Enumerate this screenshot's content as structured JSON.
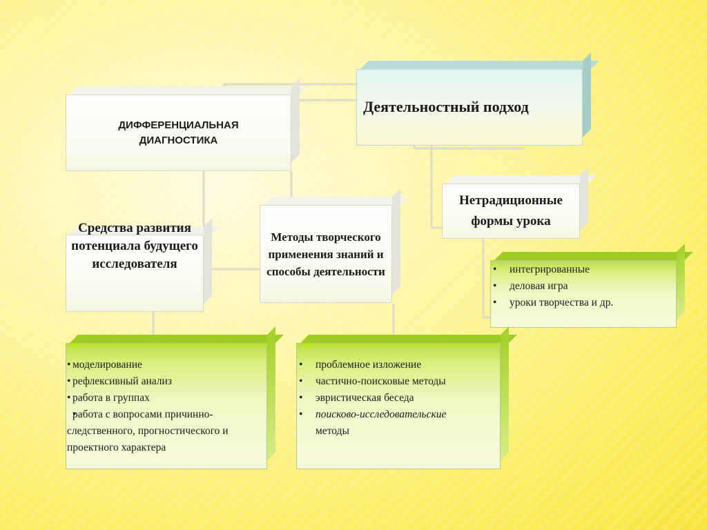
{
  "nodes": {
    "diagnostics": {
      "label": "ДИФФЕРЕНЦИАЛЬНАЯ ДИАГНОСТИКА"
    },
    "activity_approach": {
      "label": "Деятельностный подход"
    },
    "nontraditional_forms": {
      "label": "Нетрадиционные формы урока"
    },
    "creative_methods": {
      "label": "Методы творческого применения знаний и способы деятельности"
    },
    "development_tools": {
      "label": "Средства развития потенциала будущего исследователя"
    }
  },
  "lists": {
    "lesson_forms": [
      "интегрированные",
      "деловая игра",
      "уроки творчества и др."
    ],
    "development_items": [
      "моделирование",
      "рефлексивный анализ",
      "работа в группах",
      "работа с вопросами  причинно-следственного, прогностического и проектного характера"
    ],
    "method_items": [
      {
        "text": "проблемное изложение",
        "italic": false
      },
      {
        "text": "частично-поисковые методы",
        "italic": false
      },
      {
        "text": " эвристическая беседа",
        "italic": false
      },
      {
        "text": " поисково-исследовательские",
        "italic": true,
        "suffix": "методы"
      }
    ]
  },
  "colors": {
    "background": "#fdef6a",
    "green_box": "#b8df3c",
    "teal_box": "#e2f4f2",
    "connector": "#dcdcd0"
  }
}
